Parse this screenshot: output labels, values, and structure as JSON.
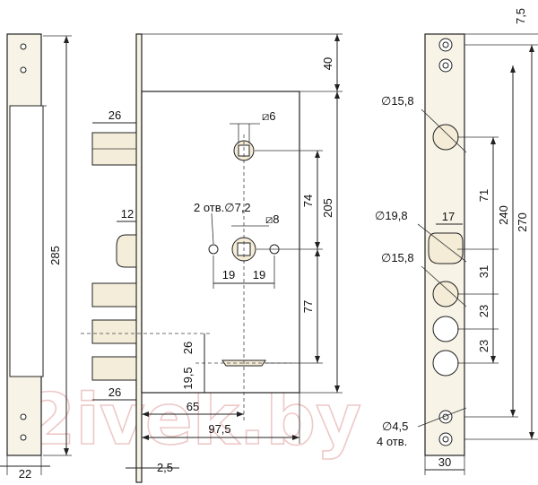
{
  "watermark": "2ivek.by",
  "left_plate": {
    "height_label": "285",
    "width_label": "22"
  },
  "lock_body": {
    "top_offset": "40",
    "body_height": "205",
    "bolt_projection": "26",
    "latch_projection": "12",
    "square_spindle_top": "6",
    "square_spindle_main": "8",
    "holes_label": "2 отв.∅7,2",
    "hole_spacing_left": "19",
    "hole_spacing_right": "19",
    "spindle_to_top_spindle": "74",
    "spindle_to_cylinder": "77",
    "deadbolt_projection": "26",
    "cylinder_offset_upper": "26",
    "cylinder_offset_lower": "19,5",
    "backset_spindle": "65",
    "total_depth": "97,5",
    "front_thickness": "2,5"
  },
  "faceplate": {
    "top_offset": "7,5",
    "hole_d_upper": "∅15,8",
    "hole_d_latch": "∅19,8",
    "latch_width": "17",
    "hole_d_lower": "∅15,8",
    "dim_71": "71",
    "dim_31": "31",
    "dim_23a": "23",
    "dim_23b": "23",
    "dim_240": "240",
    "dim_270": "270",
    "screw_hole_d": "∅4,5",
    "screw_hole_count": "4 отв.",
    "width_label": "30"
  }
}
